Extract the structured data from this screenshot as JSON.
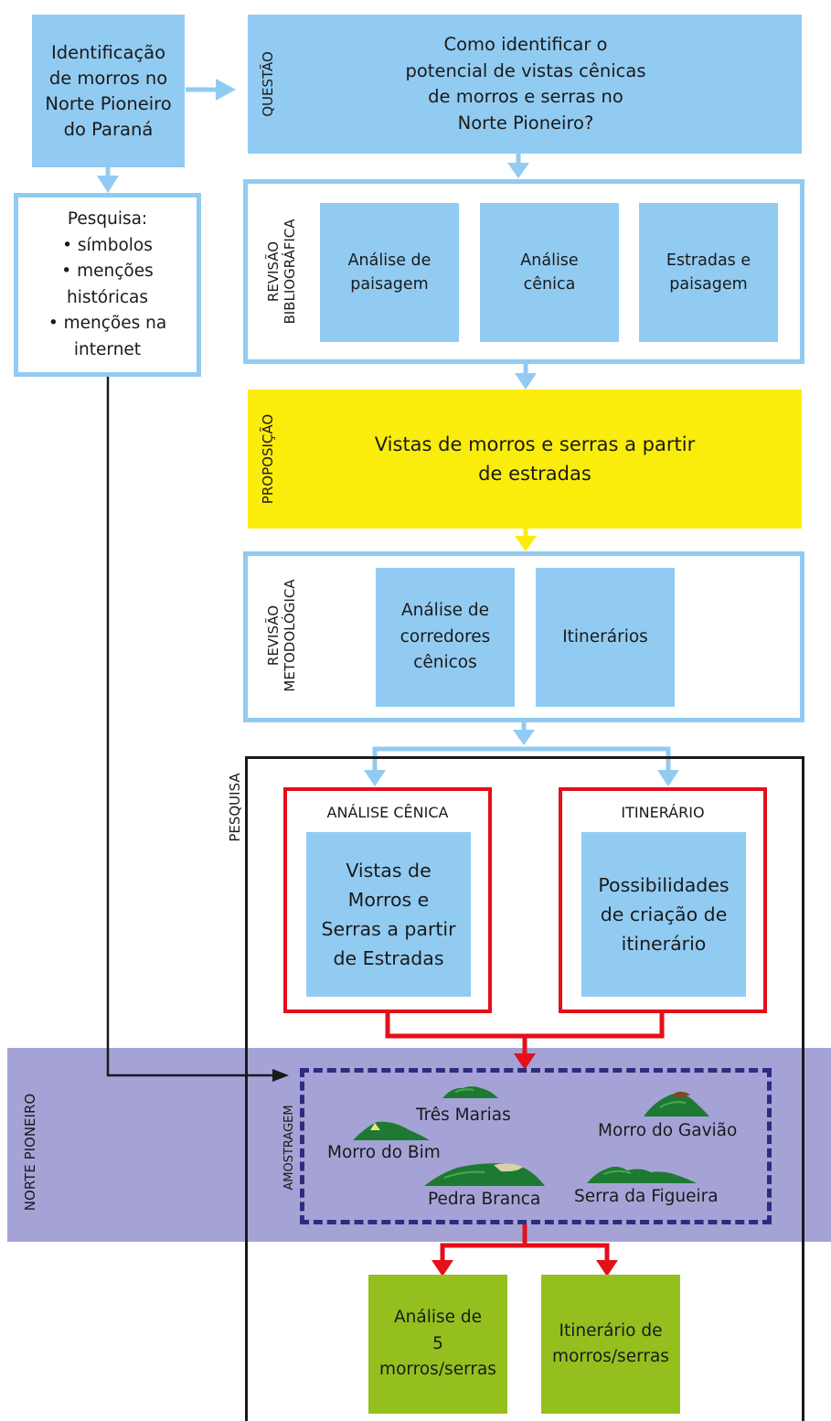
{
  "colors": {
    "light_blue": "#92cbf2",
    "yellow": "#fbed0b",
    "red": "#e3101a",
    "purple_band": "#a5a3d6",
    "dashed_border": "#2e2c80",
    "green": "#95bf1f",
    "black": "#1a1a1a"
  },
  "identificacao": {
    "text": "Identificação\nde morros no\nNorte Pioneiro\ndo Paraná"
  },
  "pesquisa_box": {
    "text": "Pesquisa:\n• símbolos\n• menções\nhistóricas\n• menções na\ninternet"
  },
  "questao": {
    "label": "QUESTÃO",
    "text": "Como identificar o\npotencial de vistas cênicas\nde morros e serras no\nNorte Pioneiro?"
  },
  "revisao_bibliografica": {
    "label": "REVISÃO\nBIBLIOGRÁFICA",
    "items": [
      "Análise de\npaisagem",
      "Análise\ncênica",
      "Estradas e\npaisagem"
    ]
  },
  "proposicao": {
    "label": "PROPOSIÇÃO",
    "text": "Vistas de morros e serras a partir\nde estradas"
  },
  "revisao_metodologica": {
    "label": "REVISÃO\nMETODOLÓGICA",
    "items": [
      "Análise de\ncorredores\ncênicos",
      "Itinerários"
    ]
  },
  "pesquisa_section": {
    "label": "PESQUISA",
    "analise_cenica": {
      "title": "ANÁLISE CÊNICA",
      "text": "Vistas de\nMorros e\nSerras a partir\nde Estradas"
    },
    "itinerario": {
      "title": "ITINERÁRIO",
      "text": "Possibilidades\nde criação de\nitinerário"
    }
  },
  "norte_pioneiro": {
    "label": "NORTE PIONEIRO"
  },
  "amostragem": {
    "label": "AMOSTRAGEM",
    "places": [
      "Três Marias",
      "Morro do Gavião",
      "Morro do Bim",
      "Pedra Branca",
      "Serra da Figueira"
    ]
  },
  "outputs": [
    "Análise de\n5\nmorros/serras",
    "Itinerário de\nmorros/serras"
  ]
}
